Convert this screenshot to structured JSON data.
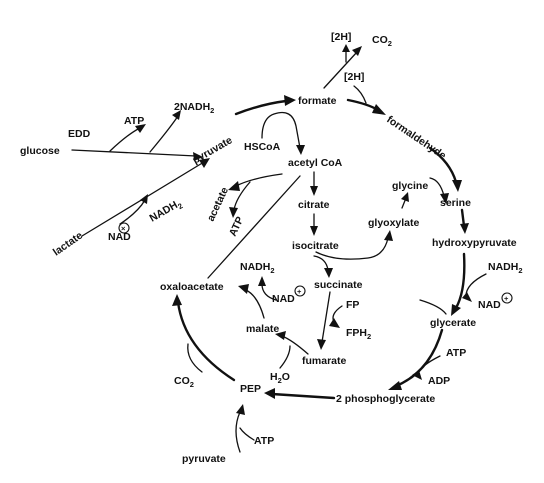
{
  "diagram": {
    "metabolites": {
      "glucose": "glucose",
      "edd": "EDD",
      "atp_glycolysis": "ATP",
      "nadh_glycolysis": "2NADH",
      "nadh_glycolysis_sub": "2",
      "pyruvate_top": "pyruvate",
      "formate": "formate",
      "h2_top": "[2H]",
      "co2_top": "CO",
      "co2_top_sub": "2",
      "h2_right": "[2H]",
      "formaldehyde": "formaldehyde",
      "hscoa": "HSCoA",
      "acetyl_coa": "acetyl CoA",
      "acetate": "acetate",
      "atp_acetate": "ATP",
      "lactate": "lactate",
      "nad_lactate": "NAD",
      "nadh_lactate": "NADH",
      "nadh_lactate_sub": "2",
      "citrate": "citrate",
      "isocitrate": "isocitrate",
      "glycine": "glycine",
      "glyoxylate": "glyoxylate",
      "serine": "serine",
      "hydroxypyruvate": "hydroxypyruvate",
      "nadh_hydroxy": "NADH",
      "nadh_hydroxy_sub": "2",
      "nad_hydroxy": "NAD",
      "glycerate": "glycerate",
      "atp_glycerate": "ATP",
      "adp": "ADP",
      "phosphoglycerate": "2 phosphoglycerate",
      "pep": "PEP",
      "co2_pep": "CO",
      "co2_pep_sub": "2",
      "oxaloacetate": "oxaloacetate",
      "nadh_malate": "NADH",
      "nadh_malate_sub": "2",
      "nad_malate": "NAD",
      "malate": "malate",
      "h2o": "H",
      "h2o_sub": "2",
      "h2o_end": "O",
      "fumarate": "fumarate",
      "succinate": "succinate",
      "fp": "FP",
      "fph": "FPH",
      "fph_sub": "2",
      "pyruvate_bottom": "pyruvate",
      "atp_pep": "ATP"
    },
    "symbols": {
      "oxidized_mark": "+",
      "nad_lactate_mark": "×"
    }
  }
}
